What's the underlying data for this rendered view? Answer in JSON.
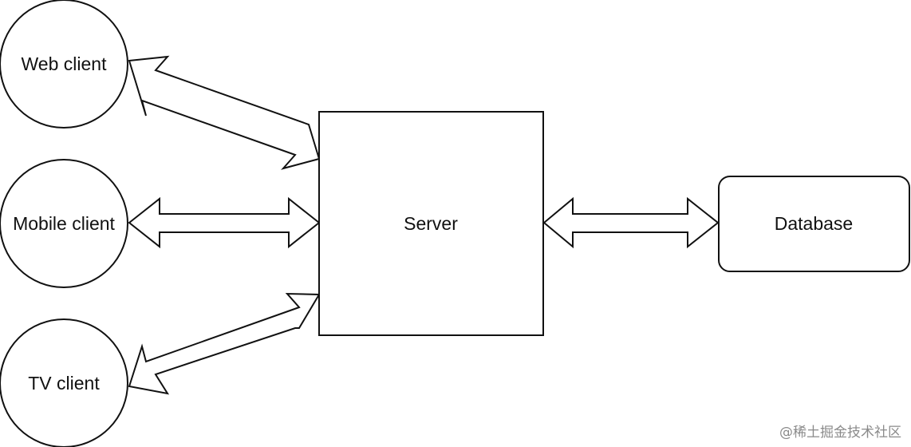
{
  "nodes": {
    "web_client": "Web client",
    "mobile_client": "Mobile client",
    "tv_client": "TV client",
    "server": "Server",
    "database": "Database"
  },
  "watermark": "@稀土掘金技术社区"
}
